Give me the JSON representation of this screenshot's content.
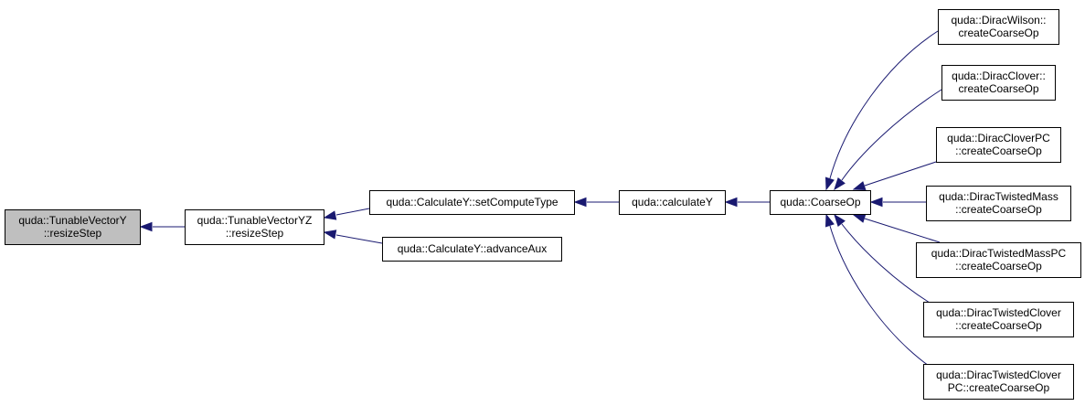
{
  "graph": {
    "nodes": {
      "tunable_vector_y": [
        "quda::TunableVectorY",
        "::resizeStep"
      ],
      "tunable_vector_yz": [
        "quda::TunableVectorYZ",
        "::resizeStep"
      ],
      "calculate_y_set_compute_type": [
        "quda::CalculateY::setComputeType"
      ],
      "calculate_y_advance_aux": [
        "quda::CalculateY::advanceAux"
      ],
      "calculate_y": [
        "quda::calculateY"
      ],
      "coarse_op": [
        "quda::CoarseOp"
      ],
      "dirac_wilson": [
        "quda::DiracWilson::",
        "createCoarseOp"
      ],
      "dirac_clover": [
        "quda::DiracClover::",
        "createCoarseOp"
      ],
      "dirac_clover_pc": [
        "quda::DiracCloverPC",
        "::createCoarseOp"
      ],
      "dirac_twisted_mass": [
        "quda::DiracTwistedMass",
        "::createCoarseOp"
      ],
      "dirac_twisted_mass_pc": [
        "quda::DiracTwistedMassPC",
        "::createCoarseOp"
      ],
      "dirac_twisted_clover": [
        "quda::DiracTwistedClover",
        "::createCoarseOp"
      ],
      "dirac_twisted_clover_pc": [
        "quda::DiracTwistedClover",
        "PC::createCoarseOp"
      ]
    },
    "edges": [
      [
        "tunable_vector_yz",
        "tunable_vector_y"
      ],
      [
        "calculate_y_set_compute_type",
        "tunable_vector_yz"
      ],
      [
        "calculate_y_advance_aux",
        "tunable_vector_yz"
      ],
      [
        "calculate_y",
        "calculate_y_set_compute_type"
      ],
      [
        "coarse_op",
        "calculate_y"
      ],
      [
        "dirac_wilson",
        "coarse_op"
      ],
      [
        "dirac_clover",
        "coarse_op"
      ],
      [
        "dirac_clover_pc",
        "coarse_op"
      ],
      [
        "dirac_twisted_mass",
        "coarse_op"
      ],
      [
        "dirac_twisted_mass_pc",
        "coarse_op"
      ],
      [
        "dirac_twisted_clover",
        "coarse_op"
      ],
      [
        "dirac_twisted_clover_pc",
        "coarse_op"
      ]
    ],
    "current_node": "tunable_vector_y",
    "colors": {
      "edge": "#191970",
      "current_fill": "#bfbfbf",
      "box_stroke": "#000000",
      "box_fill": "#ffffff"
    }
  }
}
